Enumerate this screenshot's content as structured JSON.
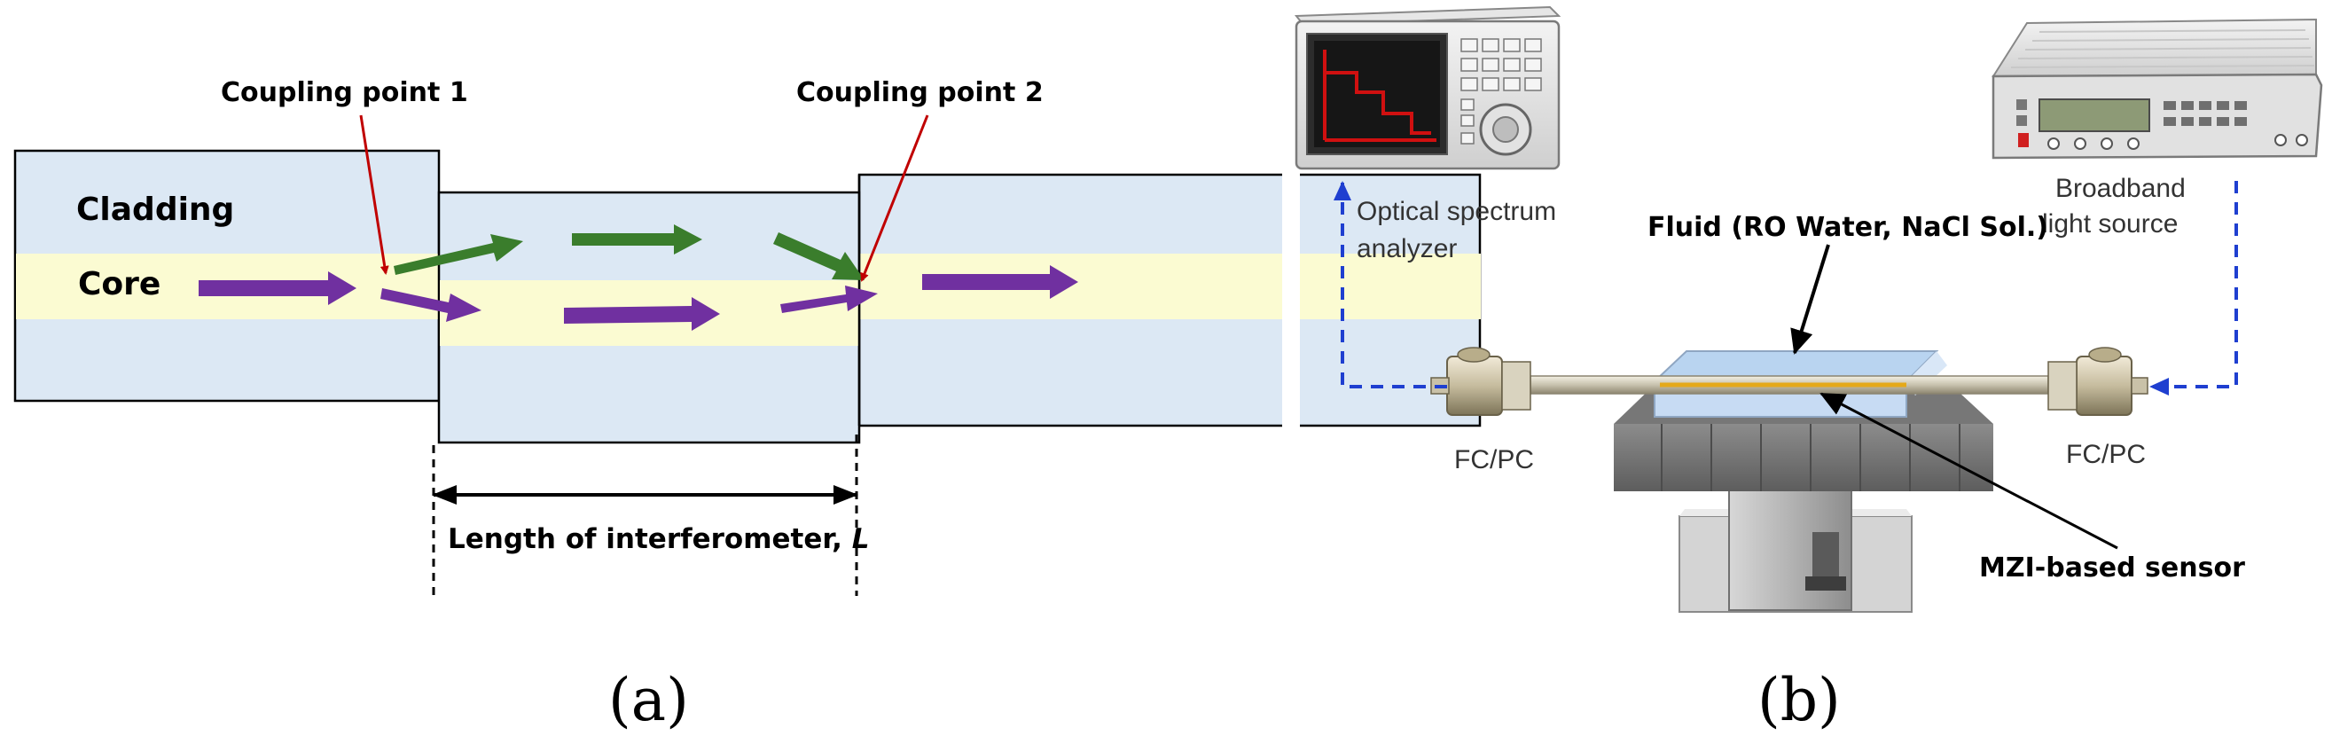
{
  "panel_a": {
    "label": "(a)",
    "cladding_label": "Cladding",
    "core_label": "Core",
    "coupling_point_1": "Coupling point 1",
    "coupling_point_2": "Coupling point 2",
    "length_label_prefix": "Length of interferometer, ",
    "length_label_symbol": "L"
  },
  "panel_b": {
    "label": "(b)",
    "osa_label_line1": "Optical spectrum",
    "osa_label_line2": "analyzer",
    "source_label_line1": "Broadband",
    "source_label_line2": "light source",
    "fluid_label": "Fluid (RO Water, NaCl Sol.)",
    "connector_left": "FC/PC",
    "connector_right": "FC/PC",
    "sensor_label": "MZI-based sensor"
  },
  "colors": {
    "cladding": "#dce8f4",
    "core": "#fbfbd2",
    "core_arrow": "#7030a0",
    "cladding_arrow": "#3a7d2c",
    "pointer_arrow": "#c00000",
    "fiber_path": "#1f3fd0"
  }
}
